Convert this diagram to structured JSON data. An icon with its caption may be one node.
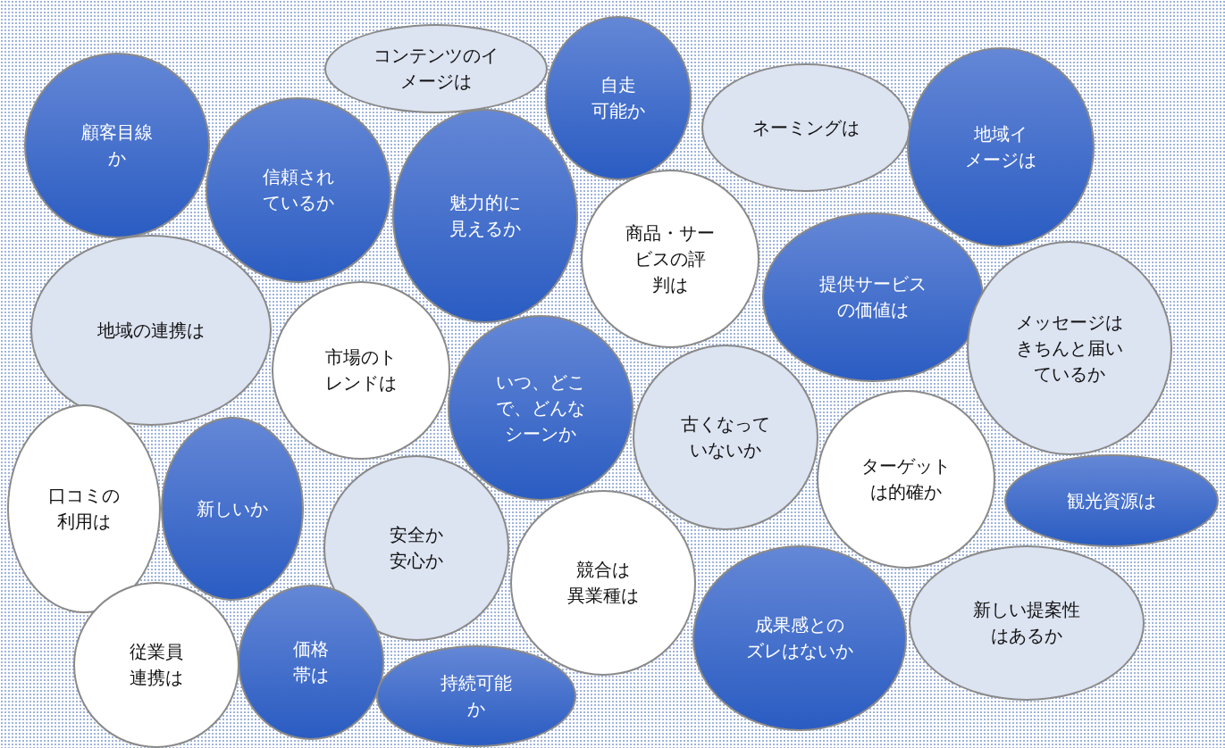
{
  "diagram": {
    "nodes": [
      {
        "text": [
          "コンテンツのイメージは"
        ]
      },
      {
        "text": [
          "自走可能か"
        ]
      },
      {
        "text": [
          "ネーミングは"
        ]
      },
      {
        "text": [
          "地域イメージは"
        ]
      },
      {
        "text": [
          "顧客目線か"
        ]
      },
      {
        "text": [
          "信頼されているか"
        ]
      },
      {
        "text": [
          "魅力的に見えるか"
        ]
      },
      {
        "text": [
          "商品・サービスの評判は"
        ]
      },
      {
        "text": [
          "提供サービスの価値は"
        ]
      },
      {
        "text": [
          "地域の連携は"
        ]
      },
      {
        "text": [
          "市場のトレンドは"
        ]
      },
      {
        "text": [
          "メッセージはきちんと届いているか"
        ]
      },
      {
        "text": [
          "いつ、どこで、どんなシーンか"
        ]
      },
      {
        "text": [
          "古くなっていないか"
        ]
      },
      {
        "text": [
          "口コミの利用は"
        ]
      },
      {
        "text": [
          "新しいか"
        ]
      },
      {
        "text": [
          "ターゲットは的確か"
        ]
      },
      {
        "text": [
          "観光資源は"
        ]
      },
      {
        "text": [
          "安全か安心か"
        ]
      },
      {
        "text": [
          "競合は異業種は"
        ]
      },
      {
        "text": [
          "成果感とのズレはないか"
        ]
      },
      {
        "text": [
          "新しい提案性はあるか"
        ]
      },
      {
        "text": [
          "従業員連携は"
        ]
      },
      {
        "text": [
          "価格帯は"
        ]
      },
      {
        "text": [
          "持続可能か"
        ]
      }
    ],
    "edges": []
  }
}
